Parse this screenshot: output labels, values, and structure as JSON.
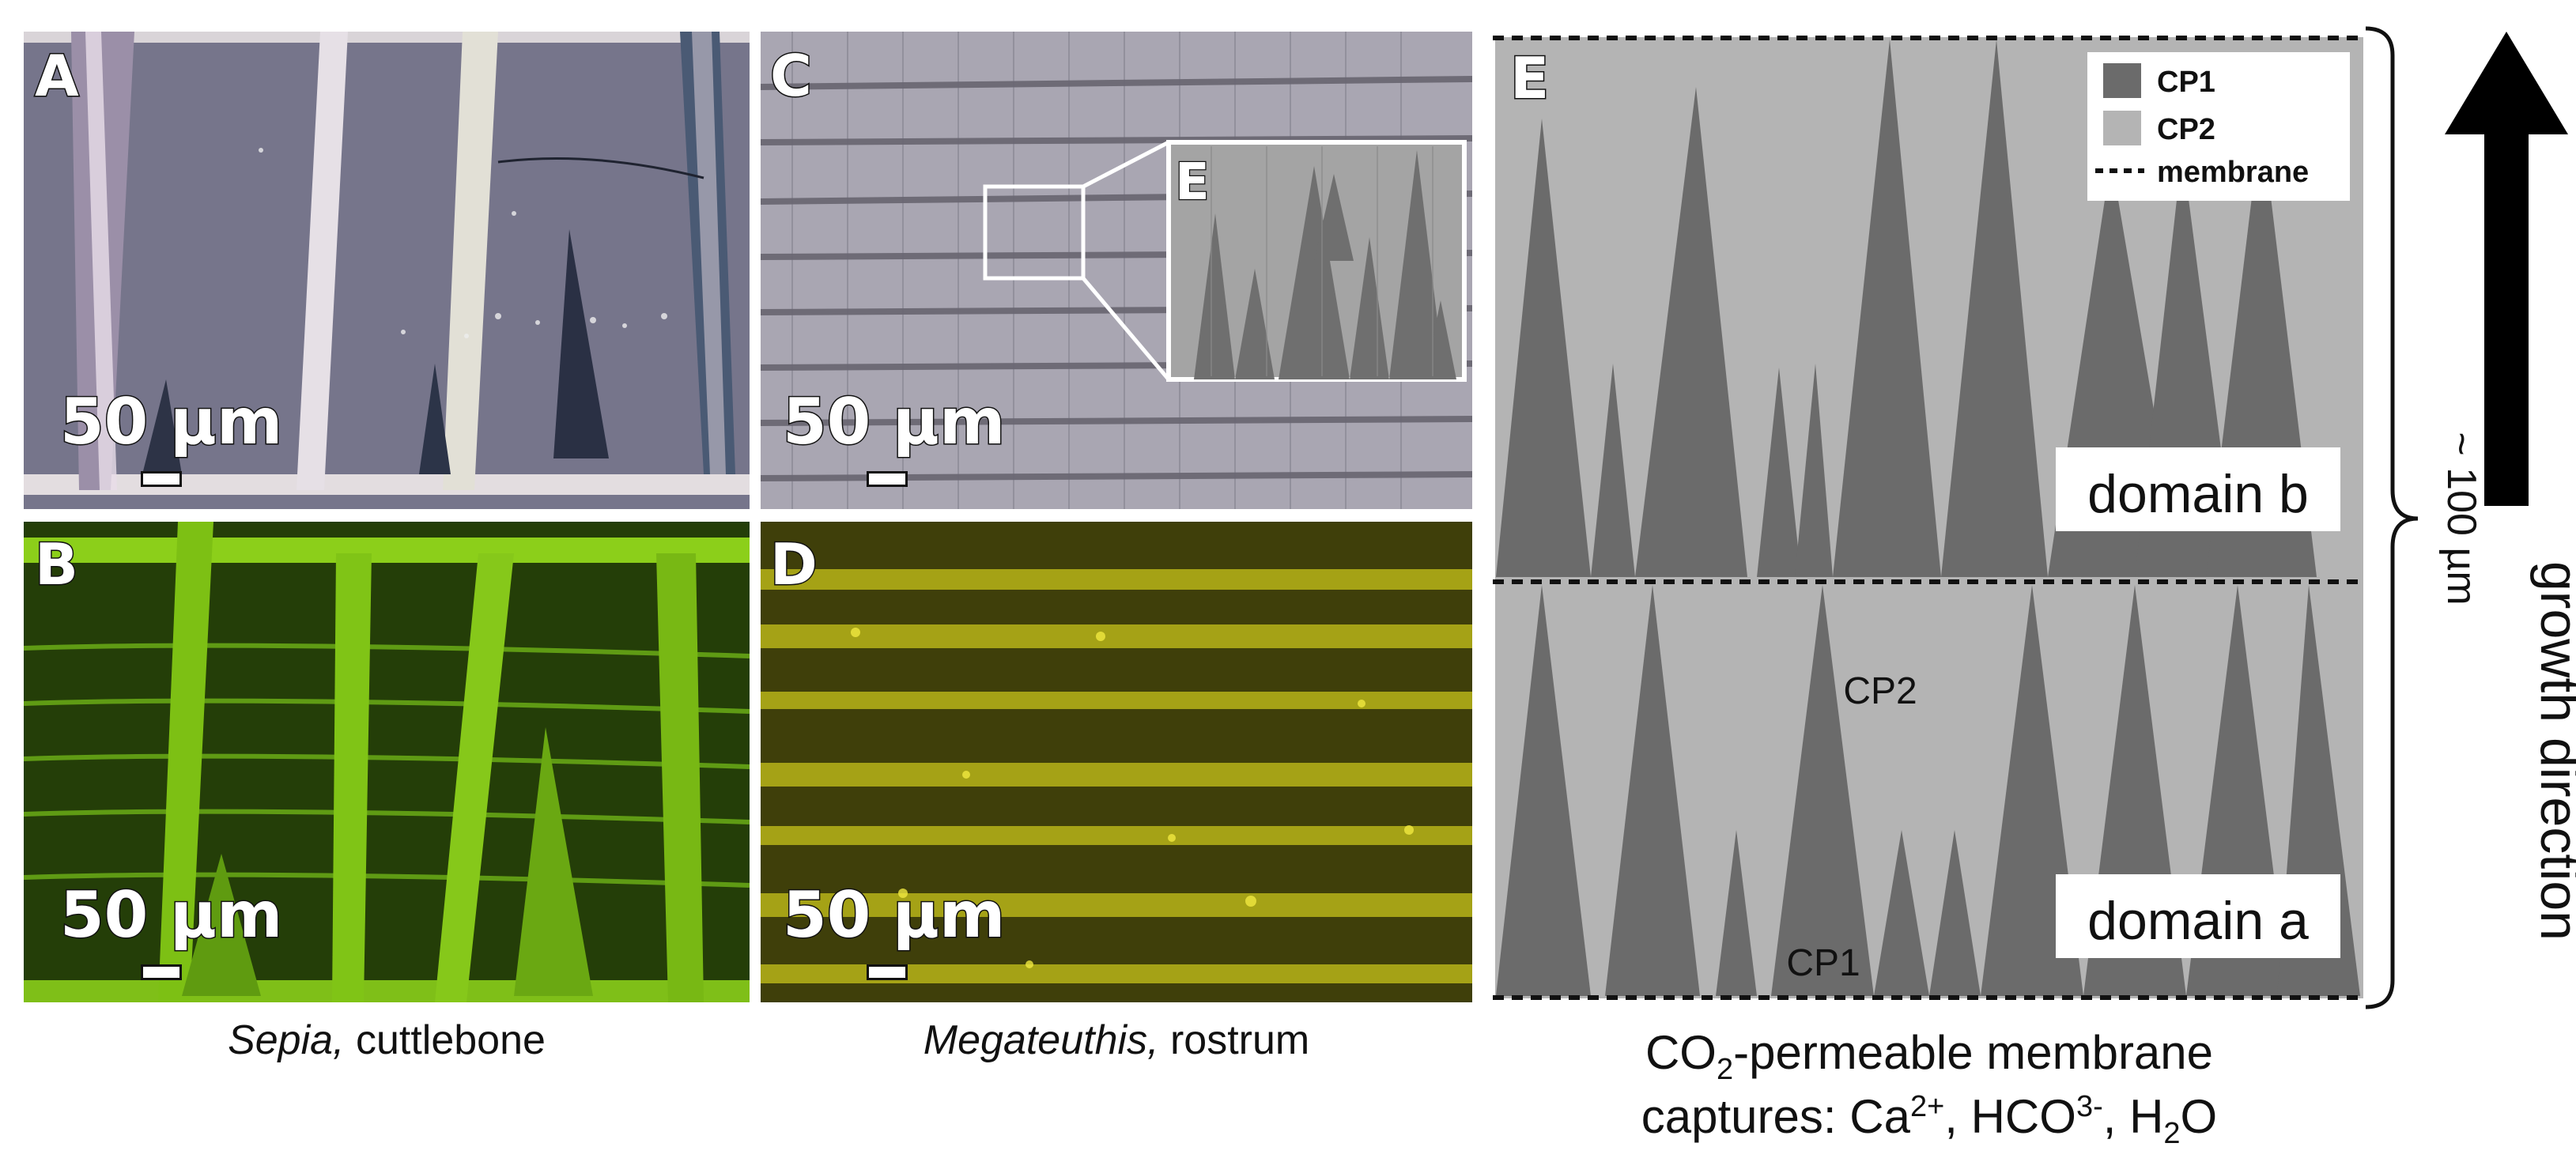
{
  "panels": {
    "A": {
      "letter": "A",
      "scale": "50 µm"
    },
    "B": {
      "letter": "B",
      "scale": "50 µm"
    },
    "C": {
      "letter": "C",
      "scale": "50 µm",
      "inset_letter": "E"
    },
    "D": {
      "letter": "D",
      "scale": "50 µm"
    },
    "E": {
      "letter": "E"
    }
  },
  "captions": {
    "left_genus": "Sepia,",
    "left_rest": "cuttlebone",
    "middle_genus": "Megateuthis,",
    "middle_rest": "rostrum",
    "right_line1_a": "CO",
    "right_line1_sub": "2",
    "right_line1_b": "-permeable membrane",
    "right_line2_a": "captures: Ca",
    "right_line2_sup1": "2+",
    "right_line2_b": ", HCO",
    "right_line2_sup2": "3-",
    "right_line2_c": ", H",
    "right_line2_sub": "2",
    "right_line2_d": "O"
  },
  "diagram": {
    "legend": [
      {
        "label": "CP1",
        "color": "#6b6b6b"
      },
      {
        "label": "CP2",
        "color": "#b4b4b4"
      },
      {
        "label": "membrane",
        "style": "dashed"
      }
    ],
    "domain_b": "domain b",
    "domain_a": "domain a",
    "label_cp2": "CP2",
    "label_cp1": "CP1",
    "size_label": "~ 100 µm",
    "growth_label": "growth direction"
  },
  "colors": {
    "cp1": "#6b6b6b",
    "cp2": "#b4b4b4",
    "panelA_bg": "#6f6e82",
    "panelB_bg": "#2a4a0a",
    "panelC_bg": "#a9a6b0",
    "panelD_bg": "#4a4a0c"
  }
}
